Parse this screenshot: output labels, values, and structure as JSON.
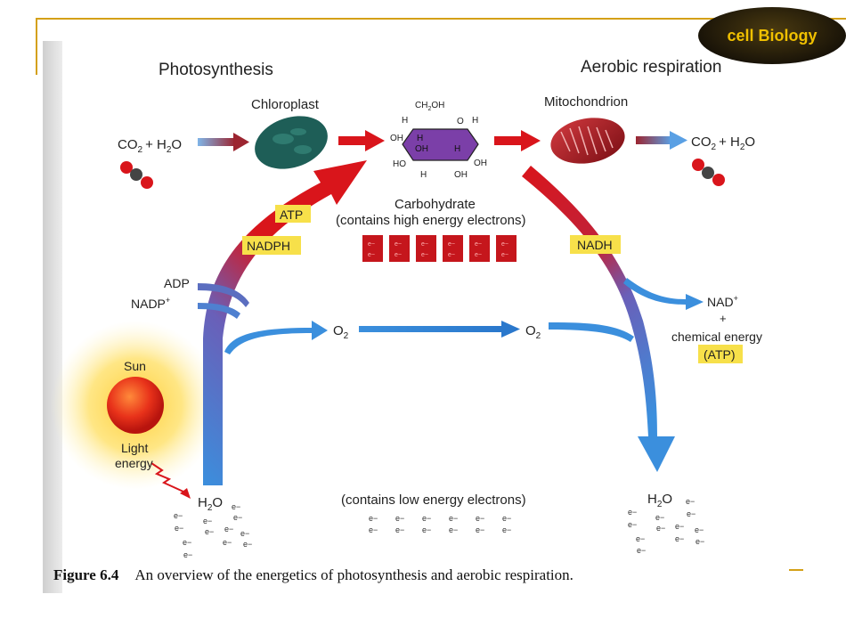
{
  "badge": {
    "label": "cell Biology"
  },
  "diagram": {
    "photosynthesis": "Photosynthesis",
    "aerobic_respiration": "Aerobic respiration",
    "chloroplast": "Chloroplast",
    "mitochondrion": "Mitochondrion",
    "co2": "CO",
    "h2o_plus": "+ H",
    "o_suffix": "O",
    "sub2": "2",
    "carbohydrate": "Carbohydrate",
    "carb_detail": "(contains high energy electrons)",
    "atp": "ATP",
    "nadph": "NADPH",
    "nadh": "NADH",
    "adp": "ADP",
    "nadp": "NADP",
    "plus_sup": "+",
    "o2_letter": "O",
    "nad": "NAD",
    "plus": "+",
    "chemical_energy": "chemical energy",
    "atp_paren": "(ATP)",
    "sun": "Sun",
    "light": "Light",
    "energy": "energy",
    "h2o_h": "H",
    "low_energy": "(contains low energy electrons)",
    "electron": "e",
    "electron_sup": "−",
    "glucose": {
      "ch2oh": "CH",
      "ch2oh_tail": "OH",
      "h": "H",
      "oh": "OH",
      "ho": "HO",
      "o": "O"
    }
  },
  "caption": {
    "number": "Figure 6.4",
    "text": "An overview of the energetics of photosynthesis and aerobic respiration."
  },
  "colors": {
    "red_arrow": "#d9151b",
    "blue_arrow": "#3b8fdd",
    "yellow_label": "#f7e04a",
    "chloroplast": "#1e5e57",
    "glucose": "#7b3fa8",
    "mitochondrion": "#b01c23",
    "gold": "#d4a017"
  }
}
